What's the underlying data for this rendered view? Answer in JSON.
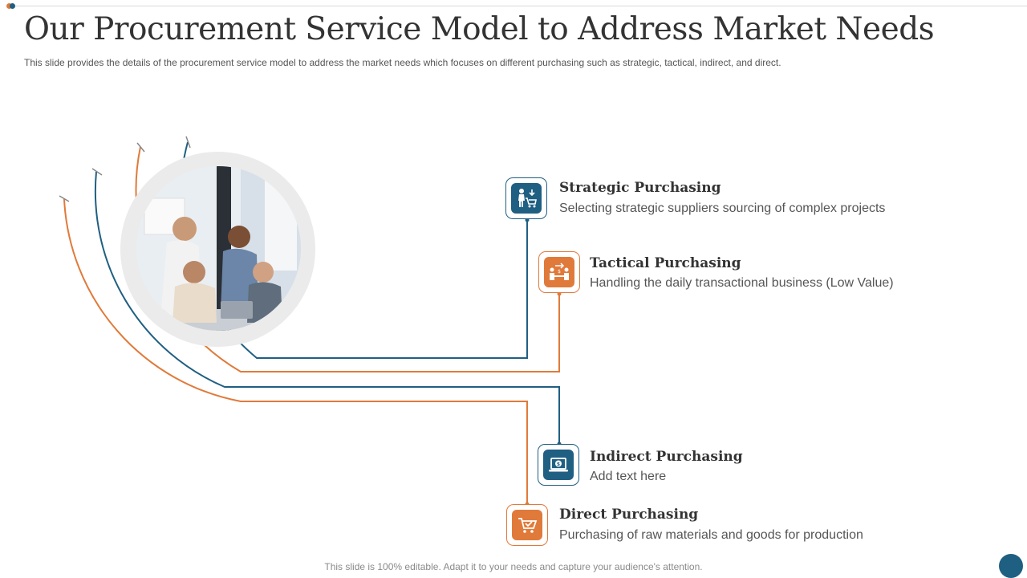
{
  "slide": {
    "title": "Our Procurement Service Model to Address Market Needs",
    "subtitle": "This slide provides  the details of the procurement  service  model to address the market needs which focuses on different  purchasing  such as strategic, tactical, indirect, and direct.",
    "footer": "This slide is 100% editable. Adapt it to your needs and capture your audience's attention."
  },
  "colors": {
    "accent_blue": "#1f5f82",
    "accent_orange": "#e07a3a",
    "ring_gray": "#ebebeb"
  },
  "items": [
    {
      "title": "Strategic Purchasing",
      "description": "Selecting strategic suppliers sourcing of complex projects",
      "icon": "person-cart-icon",
      "color": "blue"
    },
    {
      "title": "Tactical Purchasing",
      "description": "Handling the daily transactional business (Low Value)",
      "icon": "handshake-exchange-icon",
      "color": "orange"
    },
    {
      "title": "Indirect Purchasing",
      "description": "Add text here",
      "icon": "laptop-dollar-icon",
      "color": "blue"
    },
    {
      "title": "Direct Purchasing",
      "description": "Purchasing of raw materials and goods for production",
      "icon": "shopping-cart-check-icon",
      "color": "orange"
    }
  ],
  "image": {
    "subject": "team-meeting-photo"
  }
}
